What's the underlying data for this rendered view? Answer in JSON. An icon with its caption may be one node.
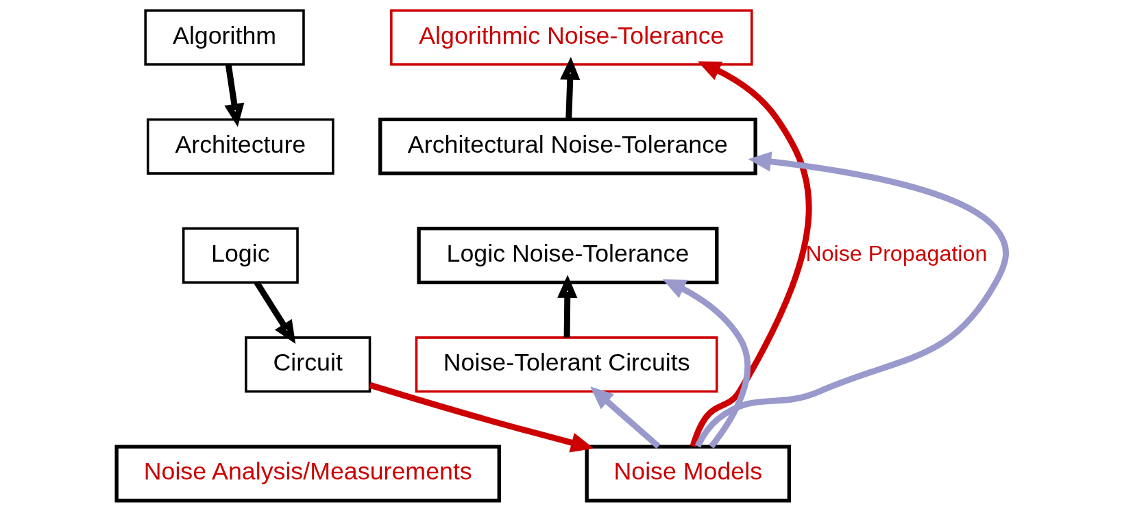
{
  "diagram": {
    "nodes": [
      {
        "text": [
          "Algorithm"
        ]
      },
      {
        "text": [
          "Architecture"
        ]
      },
      {
        "text": [
          "Logic"
        ]
      },
      {
        "text": [
          "Circuit"
        ]
      },
      {
        "text": [
          "Algorithmic Noise-Tolerance"
        ]
      },
      {
        "text": [
          "Architectural Noise-Tolerance"
        ]
      },
      {
        "text": [
          "Logic Noise-Tolerance"
        ]
      },
      {
        "text": [
          "Noise-Tolerant Circuits"
        ]
      },
      {
        "text": [
          "Noise Analysis/Measurements"
        ]
      },
      {
        "text": [
          "Noise Models"
        ]
      }
    ],
    "edges": [
      {
        "from": 0,
        "to": 1,
        "arrow": "to"
      },
      {
        "from": 2,
        "to": 3,
        "arrow": "to"
      },
      {
        "from": 5,
        "to": 4,
        "arrow": "to"
      },
      {
        "from": 7,
        "to": 6,
        "arrow": "to"
      },
      {
        "from": 3,
        "to": 9,
        "arrow": "to",
        "color": "#cc0000"
      },
      {
        "from": 9,
        "to": 4,
        "arrow": "to",
        "label": "Noise Propagation",
        "color": "#cc0000"
      },
      {
        "from": 9,
        "to": 5,
        "arrow": "to",
        "color": "#9999cc"
      },
      {
        "from": 9,
        "to": 6,
        "arrow": "to",
        "color": "#9999cc"
      },
      {
        "from": 9,
        "to": 7,
        "arrow": "to",
        "color": "#9999cc"
      }
    ]
  }
}
